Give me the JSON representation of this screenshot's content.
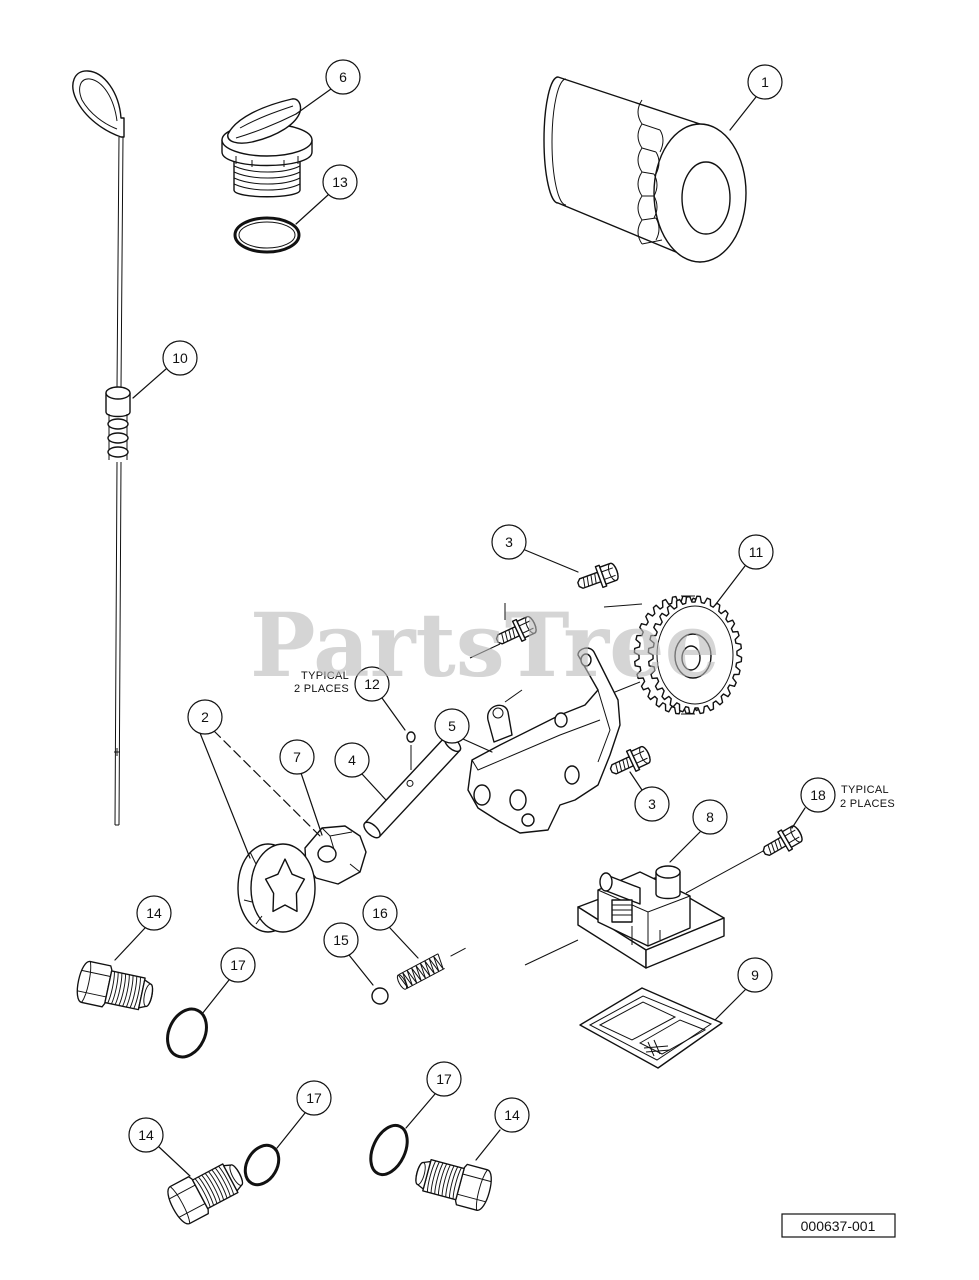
{
  "document": {
    "id_label": "000637-001",
    "watermark": "PartsTree"
  },
  "callouts": [
    {
      "label": "6"
    },
    {
      "label": "1"
    },
    {
      "label": "13"
    },
    {
      "label": "10"
    },
    {
      "label": "3"
    },
    {
      "label": "11"
    },
    {
      "label": "12"
    },
    {
      "label": "2"
    },
    {
      "label": "5"
    },
    {
      "label": "7"
    },
    {
      "label": "4"
    },
    {
      "label": "3"
    },
    {
      "label": "8"
    },
    {
      "label": "18"
    },
    {
      "label": "14"
    },
    {
      "label": "16"
    },
    {
      "label": "15"
    },
    {
      "label": "17"
    },
    {
      "label": "9"
    },
    {
      "label": "17"
    },
    {
      "label": "17"
    },
    {
      "label": "14"
    },
    {
      "label": "14"
    }
  ],
  "notes": [
    {
      "line1": "TYPICAL",
      "line2": "2 PLACES"
    },
    {
      "line1": "TYPICAL",
      "line2": "2 PLACES"
    }
  ]
}
